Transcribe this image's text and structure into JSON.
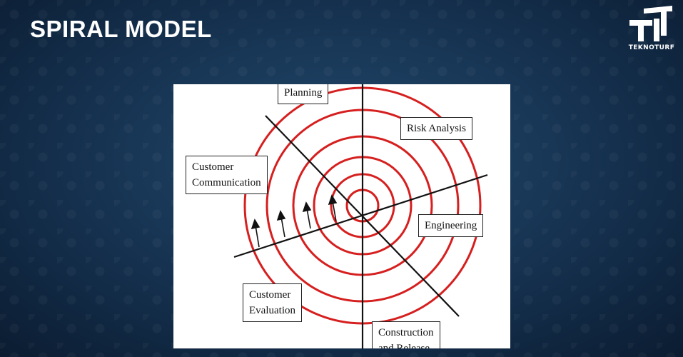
{
  "slide": {
    "title": "SPIRAL MODEL"
  },
  "logo": {
    "text": "TEKNOTURF",
    "icon": "teknoturf-logo-icon"
  },
  "diagram": {
    "phases": {
      "planning": "Planning",
      "risk_analysis": "Risk Analysis",
      "customer_communication_1": "Customer",
      "customer_communication_2": "Communication",
      "engineering": "Engineering",
      "customer_evaluation_1": "Customer",
      "customer_evaluation_2": "Evaluation",
      "construction_1": "Construction",
      "construction_2": "and Release"
    },
    "colors": {
      "spiral": "#d61f1f",
      "lines": "#111111",
      "background": "#ffffff"
    }
  }
}
